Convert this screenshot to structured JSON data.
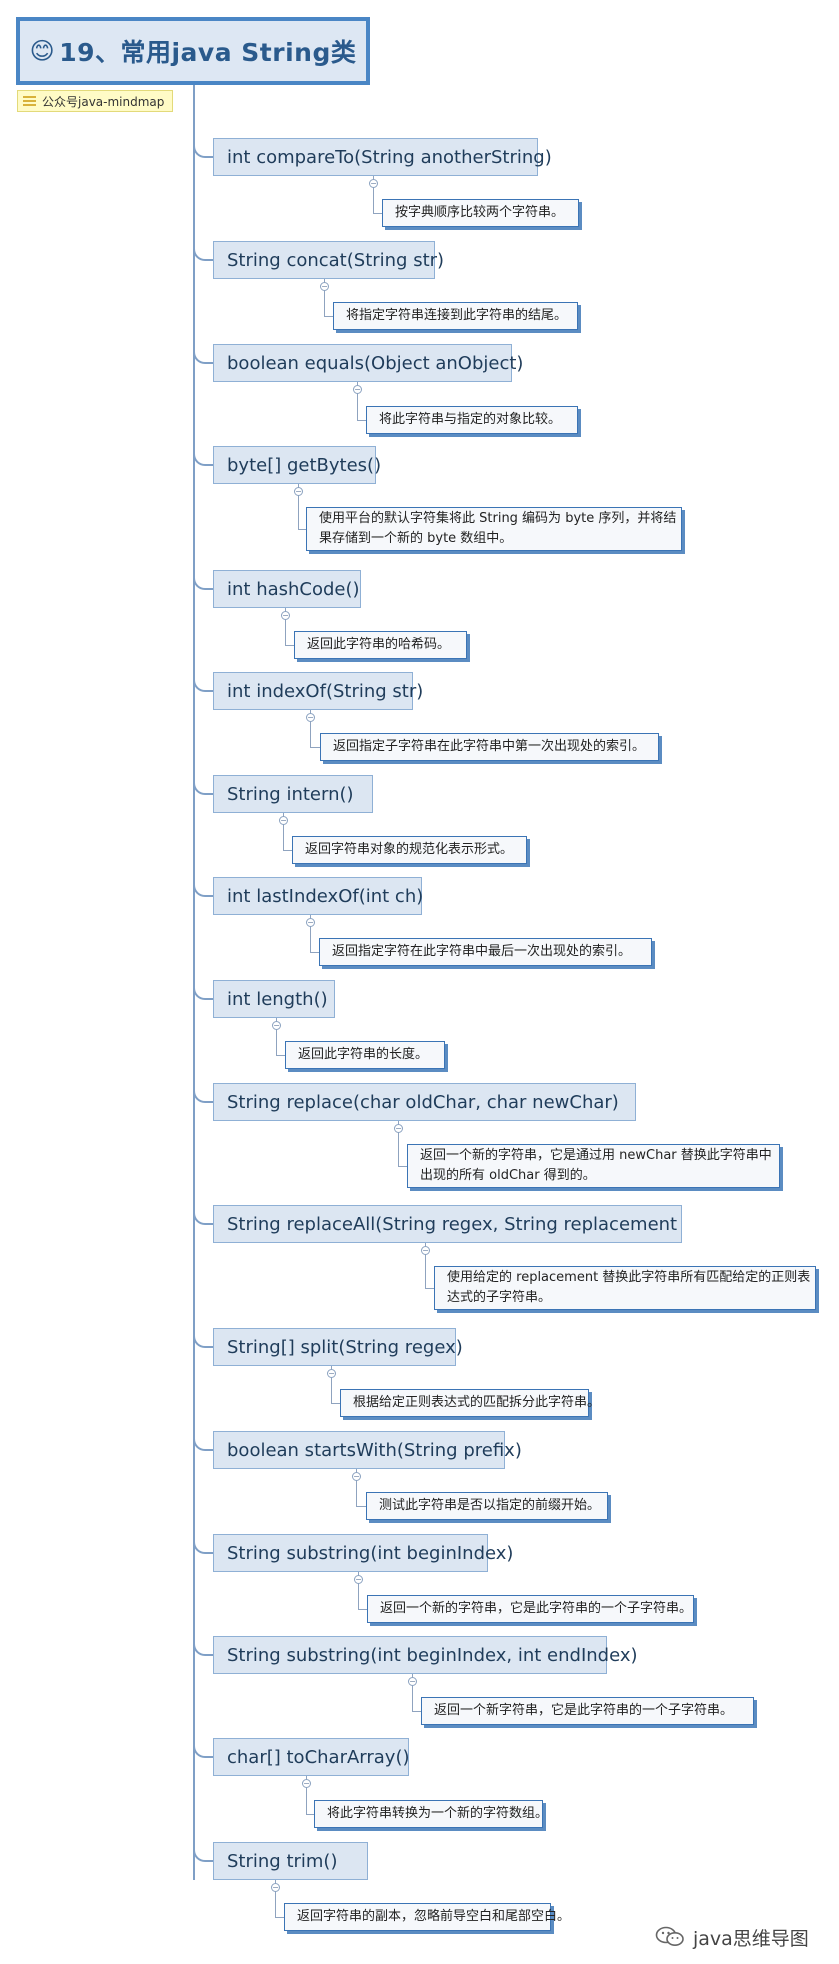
{
  "title": {
    "emoji": "😊",
    "text": "19、常用java String类"
  },
  "note": "公众号java-mindmap",
  "items": [
    {
      "method": "int compareTo(String anotherString)",
      "desc": [
        "按字典顺序比较两个字符串。"
      ]
    },
    {
      "method": "String concat(String str)",
      "desc": [
        "将指定字符串连接到此字符串的结尾。"
      ]
    },
    {
      "method": "boolean equals(Object anObject)",
      "desc": [
        "将此字符串与指定的对象比较。"
      ]
    },
    {
      "method": "byte[] getBytes()",
      "desc": [
        "使用平台的默认字符集将此 String 编码为 byte 序列，并将结",
        "果存储到一个新的 byte 数组中。"
      ]
    },
    {
      "method": "int hashCode()",
      "desc": [
        "返回此字符串的哈希码。"
      ]
    },
    {
      "method": "int indexOf(String str)",
      "desc": [
        "返回指定子字符串在此字符串中第一次出现处的索引。"
      ]
    },
    {
      "method": "String intern()",
      "desc": [
        "返回字符串对象的规范化表示形式。"
      ]
    },
    {
      "method": "int lastIndexOf(int ch)",
      "desc": [
        "返回指定字符在此字符串中最后一次出现处的索引。"
      ]
    },
    {
      "method": "int length()",
      "desc": [
        "返回此字符串的长度。"
      ]
    },
    {
      "method": "String replace(char oldChar, char newChar)",
      "desc": [
        "返回一个新的字符串，它是通过用 newChar 替换此字符串中",
        "出现的所有 oldChar 得到的。"
      ]
    },
    {
      "method": "String replaceAll(String regex, String replacement",
      "desc": [
        "使用给定的 replacement 替换此字符串所有匹配给定的正则表",
        "达式的子字符串。"
      ]
    },
    {
      "method": "String[] split(String regex)",
      "desc": [
        "根据给定正则表达式的匹配拆分此字符串。"
      ]
    },
    {
      "method": "boolean startsWith(String prefix)",
      "desc": [
        "测试此字符串是否以指定的前缀开始。"
      ]
    },
    {
      "method": "String substring(int beginIndex)",
      "desc": [
        "返回一个新的字符串，它是此字符串的一个子字符串。"
      ]
    },
    {
      "method": "String substring(int beginIndex, int endIndex)",
      "desc": [
        "返回一个新字符串，它是此字符串的一个子字符串。"
      ]
    },
    {
      "method": "char[] toCharArray()",
      "desc": [
        "将此字符串转换为一个新的字符数组。"
      ]
    },
    {
      "method": "String trim()",
      "desc": [
        "返回字符串的副本，忽略前导空白和尾部空白。"
      ]
    }
  ],
  "watermark": "java思维导图",
  "colors": {
    "accent": "#4a86c5",
    "node_fill": "#dce6f2",
    "note_fill": "#fffbc6"
  }
}
